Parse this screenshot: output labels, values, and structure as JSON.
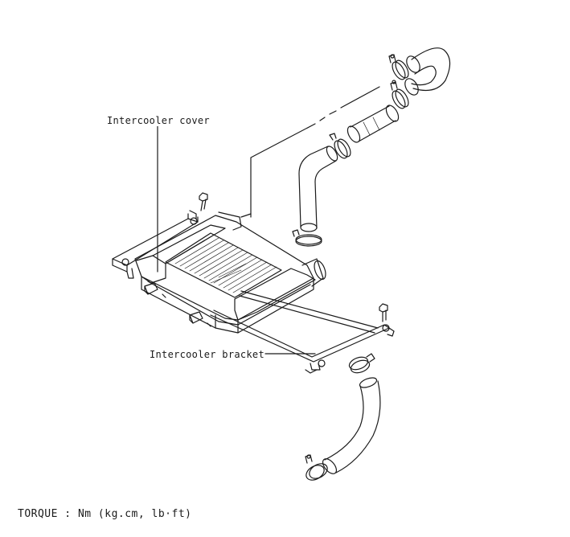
{
  "labels": {
    "intercooler_cover": "Intercooler cover",
    "intercooler_bracket": "Intercooler bracket",
    "torque_note": "TORQUE : Nm (kg.cm, lb·ft)"
  },
  "colors": {
    "line": "#1a1a1a",
    "background": "#ffffff"
  }
}
